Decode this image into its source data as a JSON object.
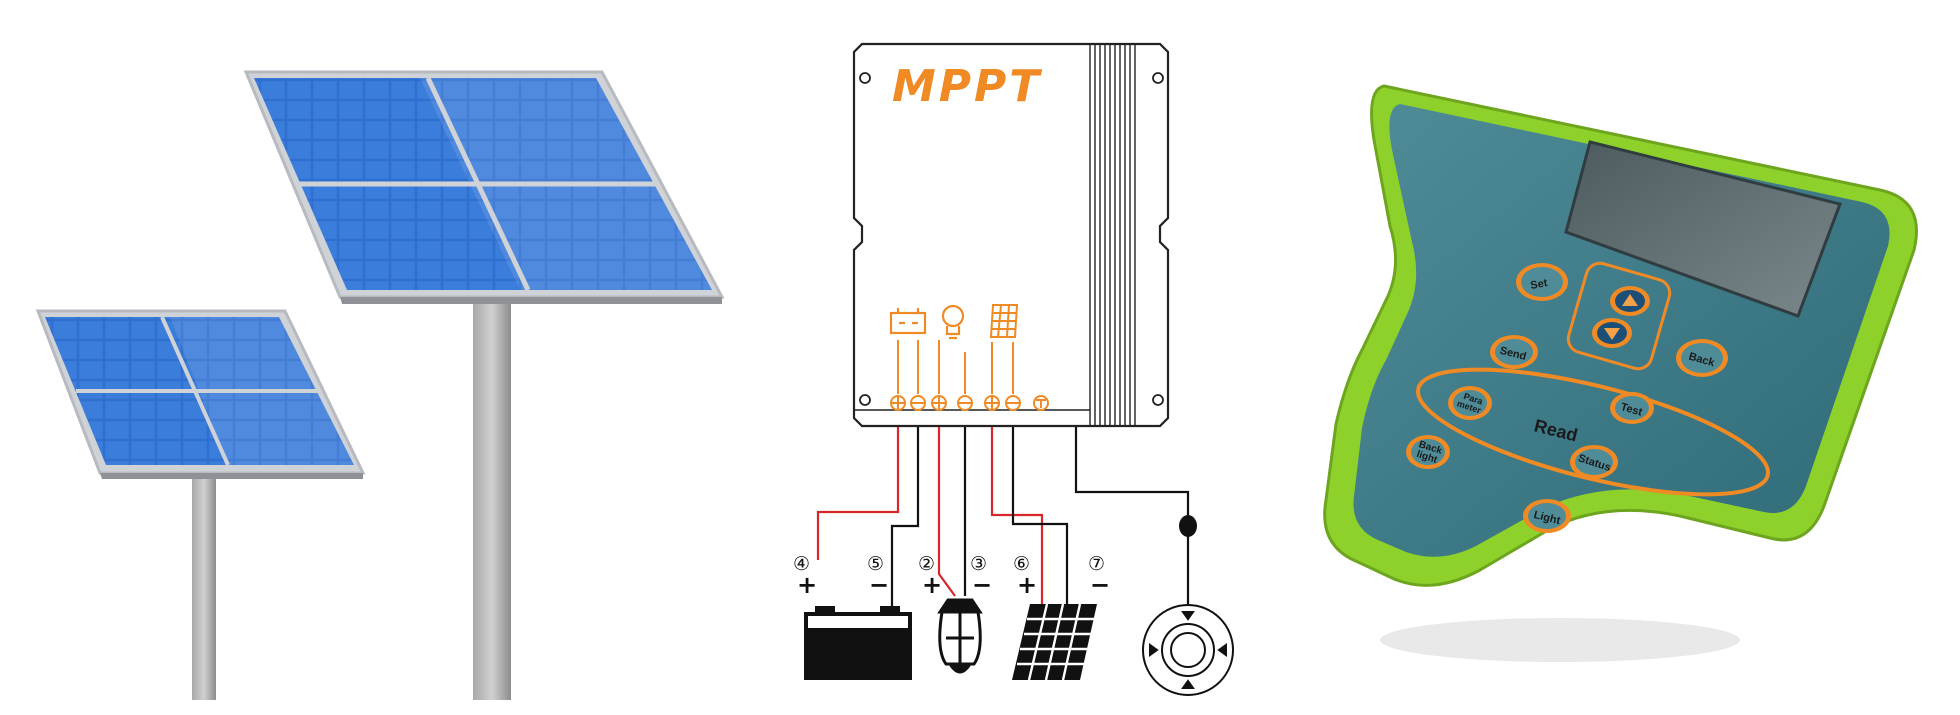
{
  "controller": {
    "brand": "MPPT",
    "terminals": [
      {
        "symbol": "⊕"
      },
      {
        "symbol": "⊖"
      },
      {
        "symbol": "⊕"
      },
      {
        "symbol": "⊖"
      },
      {
        "symbol": "⊕"
      },
      {
        "symbol": "⊖"
      },
      {
        "symbol": "⊤"
      }
    ]
  },
  "wiring": {
    "labels": [
      {
        "num": "④",
        "sign": "+"
      },
      {
        "num": "⑤",
        "sign": "−"
      },
      {
        "num": "②",
        "sign": "+"
      },
      {
        "num": "③",
        "sign": "−"
      },
      {
        "num": "⑥",
        "sign": "+"
      },
      {
        "num": "⑦",
        "sign": "−"
      }
    ]
  },
  "remote": {
    "buttons": {
      "set": "Set",
      "send": "Send",
      "back": "Back",
      "para_meter_1": "Para",
      "para_meter_2": "meter",
      "test": "Test",
      "read": "Read",
      "back_light_1": "Back",
      "back_light_2": "light",
      "status": "Status",
      "light": "Light"
    }
  },
  "colors": {
    "accent_orange": "#f08a24",
    "wire_red": "#d8262a",
    "panel_blue": "#2d6fd0",
    "remote_green": "#8fd12b",
    "remote_face": "#3f7f8c"
  }
}
